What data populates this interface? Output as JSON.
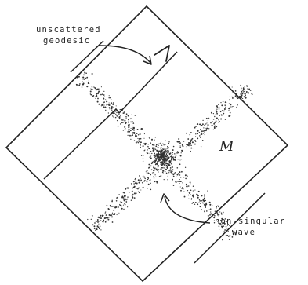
{
  "labels": {
    "unscattered_line1": "unscattered",
    "unscattered_line2": "geodesic",
    "manifold": "M",
    "wave_line1": "non-singular",
    "wave_line2": "wave"
  },
  "colors": {
    "ink": "#222222",
    "background": "#ffffff"
  }
}
